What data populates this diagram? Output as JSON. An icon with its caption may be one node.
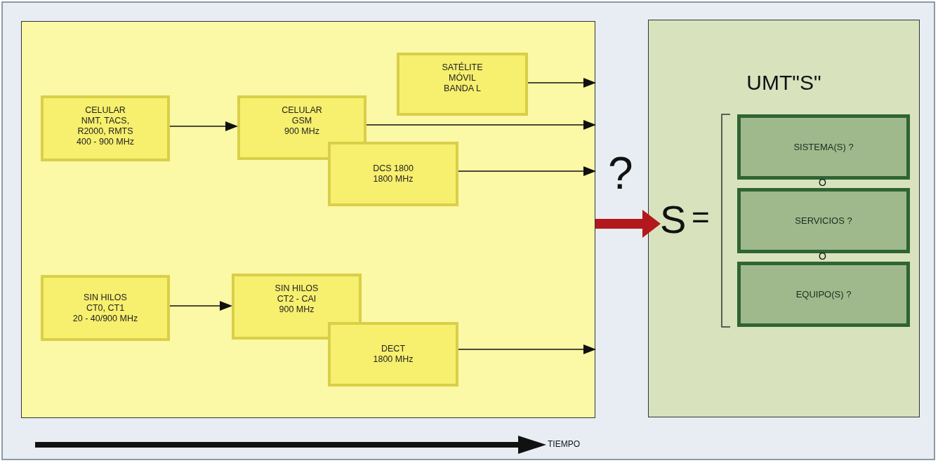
{
  "diagram": {
    "nodes": [
      {
        "text": [],
        "shape": "box"
      },
      {
        "text": [
          "CELULAR",
          "NMT, TACS,",
          "R2000, RMTS",
          "400 - 900 MHz"
        ],
        "in": 0
      },
      {
        "text": [
          "CELULAR",
          "GSM",
          "900 MHz"
        ],
        "in": 0
      },
      {
        "text": [
          "SATÉLITE",
          "MÓVIL",
          "BANDA L"
        ],
        "in": 0
      },
      {
        "text": [
          "DCS 1800",
          "1800 MHz"
        ],
        "in": 0
      },
      {
        "text": [
          "SIN HILOS",
          "CT0, CT1",
          "20 - 40/900 MHz"
        ],
        "in": 0
      },
      {
        "text": [
          "SIN HILOS",
          "CT2 - CAI",
          "900 MHz"
        ],
        "in": 0
      },
      {
        "text": [
          "DECT",
          "1800 MHz"
        ],
        "in": 0
      },
      {
        "text": [
          "UMT\"S\""
        ]
      },
      {
        "text": [
          "S"
        ],
        "in": 8
      },
      {
        "text": [
          "SISTEMA(S) ?"
        ],
        "in": 8
      },
      {
        "text": [
          "SERVICIOS ?"
        ],
        "in": 8
      },
      {
        "text": [
          "EQUIPO(S) ?"
        ],
        "in": 8
      }
    ],
    "edges": [
      {
        "from": 1,
        "to": 2,
        "arrow": "to"
      },
      {
        "from": 3,
        "to": 0,
        "arrow": "to"
      },
      {
        "from": 2,
        "to": 0,
        "arrow": "to"
      },
      {
        "from": 4,
        "to": 0,
        "arrow": "to"
      },
      {
        "from": 5,
        "to": 6,
        "arrow": "to"
      },
      {
        "from": 7,
        "to": 0,
        "arrow": "to"
      },
      {
        "from": 0,
        "to": 9,
        "arrow": "to",
        "style": "thick",
        "color": "#b3191c"
      }
    ],
    "labels": [
      "?",
      "=",
      "O",
      "O",
      "TIEMPO"
    ]
  }
}
